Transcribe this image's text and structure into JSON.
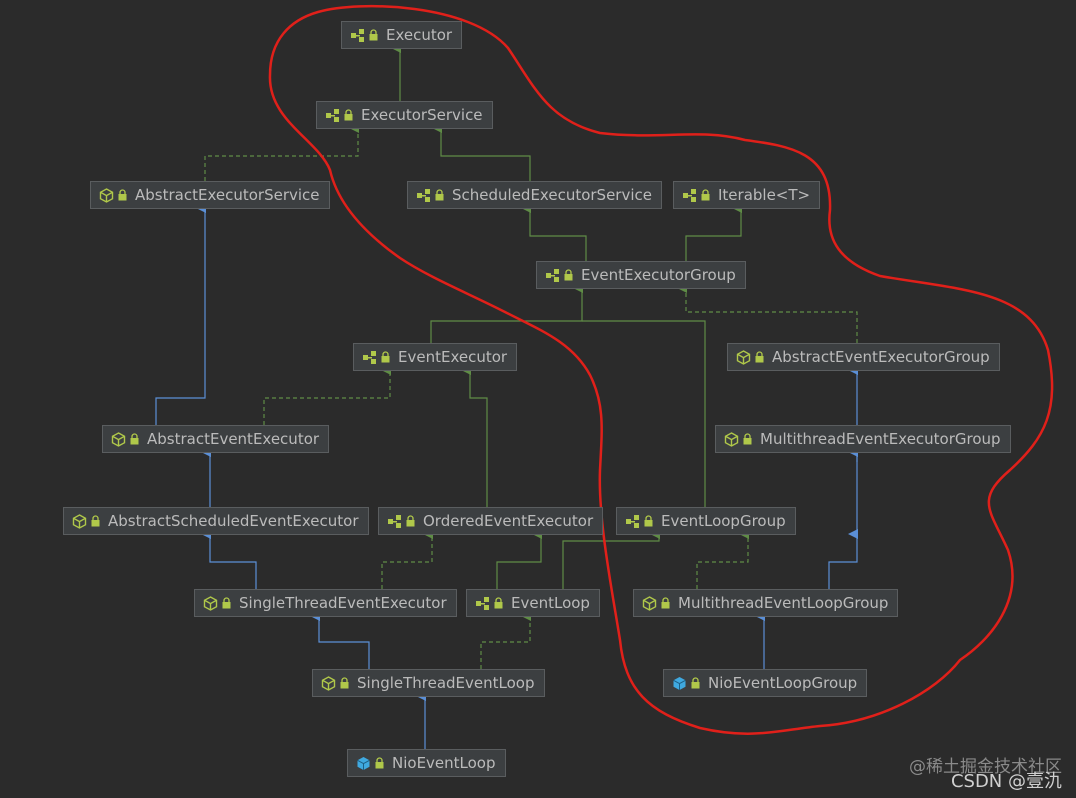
{
  "nodes": {
    "executor": {
      "label": "Executor",
      "kind": "interface"
    },
    "executor_service": {
      "label": "ExecutorService",
      "kind": "interface"
    },
    "abstract_executor_service": {
      "label": "AbstractExecutorService",
      "kind": "abstract"
    },
    "scheduled_executor_service": {
      "label": "ScheduledExecutorService",
      "kind": "interface"
    },
    "iterable": {
      "label": "Iterable<T>",
      "kind": "interface"
    },
    "event_executor_group": {
      "label": "EventExecutorGroup",
      "kind": "interface"
    },
    "event_executor": {
      "label": "EventExecutor",
      "kind": "interface"
    },
    "abstract_event_executor_group": {
      "label": "AbstractEventExecutorGroup",
      "kind": "abstract"
    },
    "abstract_event_executor": {
      "label": "AbstractEventExecutor",
      "kind": "abstract"
    },
    "multithread_event_executor_group": {
      "label": "MultithreadEventExecutorGroup",
      "kind": "abstract"
    },
    "abstract_scheduled_event_executor": {
      "label": "AbstractScheduledEventExecutor",
      "kind": "abstract"
    },
    "ordered_event_executor": {
      "label": "OrderedEventExecutor",
      "kind": "interface"
    },
    "event_loop_group": {
      "label": "EventLoopGroup",
      "kind": "interface"
    },
    "single_thread_event_executor": {
      "label": "SingleThreadEventExecutor",
      "kind": "abstract"
    },
    "event_loop": {
      "label": "EventLoop",
      "kind": "interface"
    },
    "multithread_event_loop_group": {
      "label": "MultithreadEventLoopGroup",
      "kind": "abstract"
    },
    "single_thread_event_loop": {
      "label": "SingleThreadEventLoop",
      "kind": "abstract"
    },
    "nio_event_loop_group": {
      "label": "NioEventLoopGroup",
      "kind": "class"
    },
    "nio_event_loop": {
      "label": "NioEventLoop",
      "kind": "class"
    }
  },
  "colors": {
    "interface_extends": "#5f8c46",
    "class_extends": "#5b8fd6",
    "highlight": "#e0201a",
    "background": "#2b2b2b"
  },
  "watermark": {
    "line1": "@稀土掘金技术社区",
    "line2": "CSDN @壹氿"
  }
}
